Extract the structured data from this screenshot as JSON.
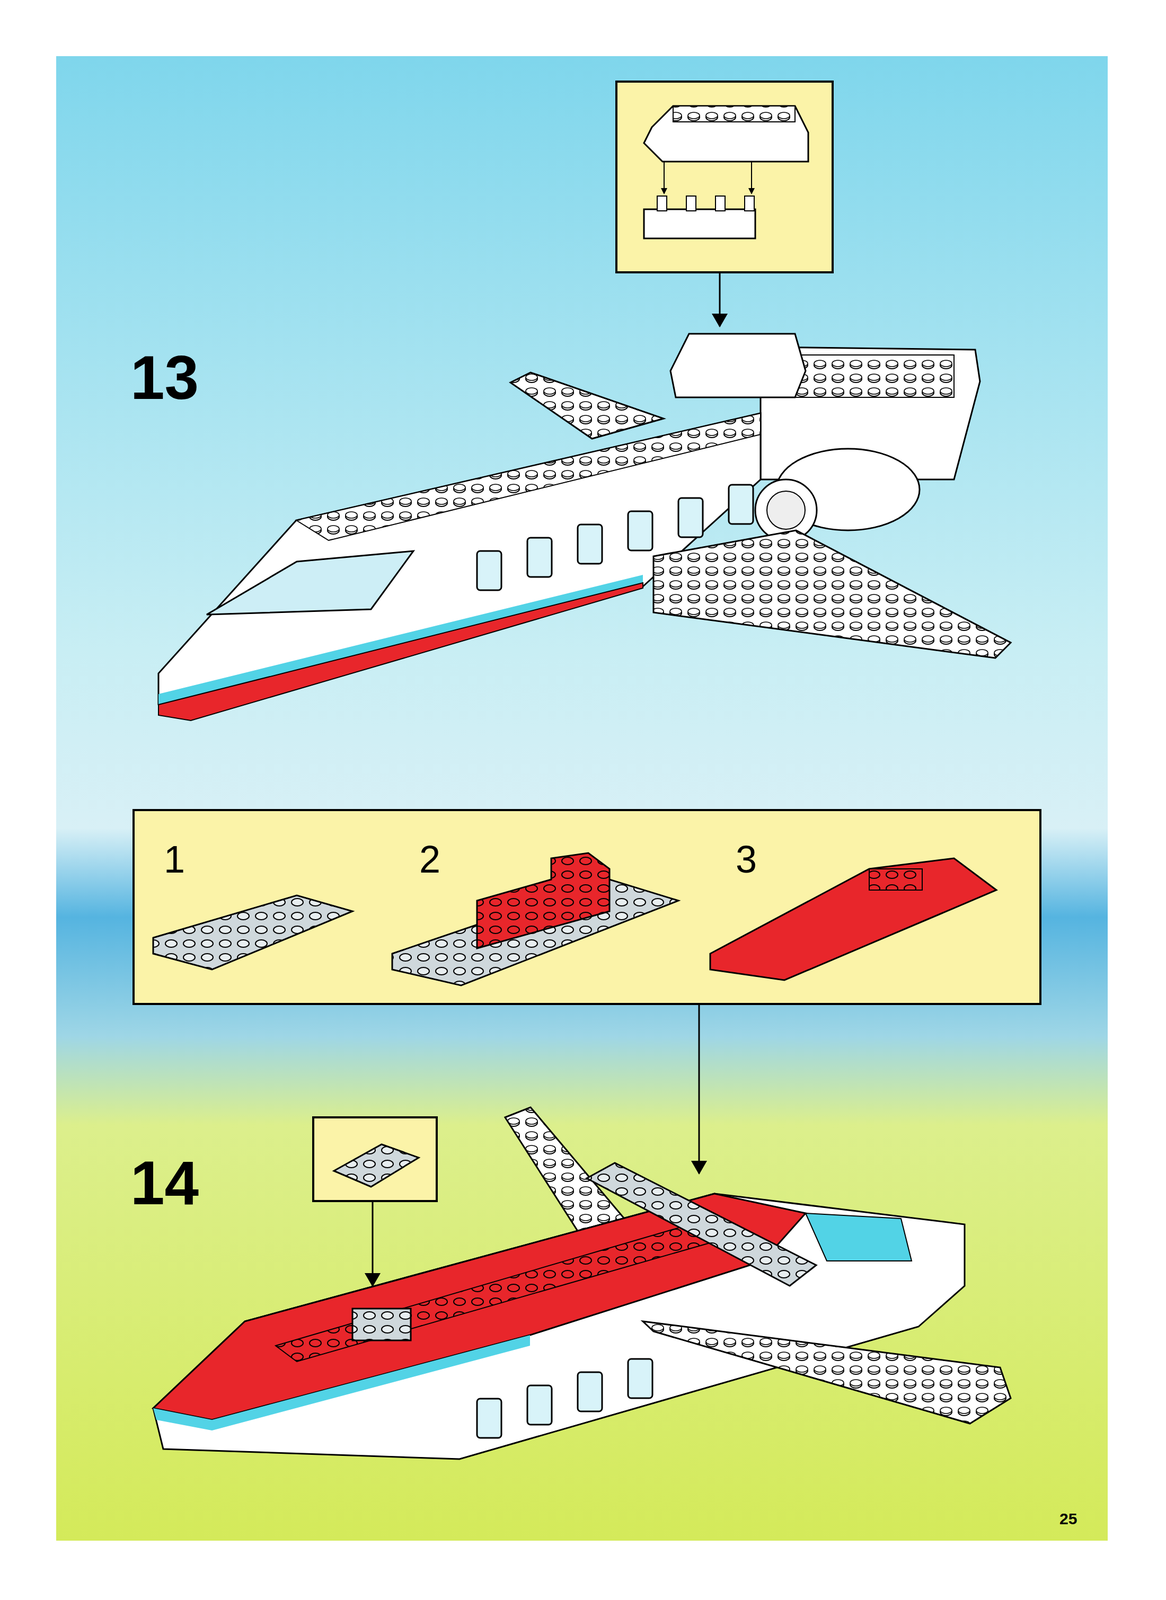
{
  "diagram": {
    "nodes": [
      {
        "text": [
          "1",
          "2",
          "3"
        ]
      }
    ],
    "labels": [
      "13",
      "14",
      "25"
    ]
  }
}
